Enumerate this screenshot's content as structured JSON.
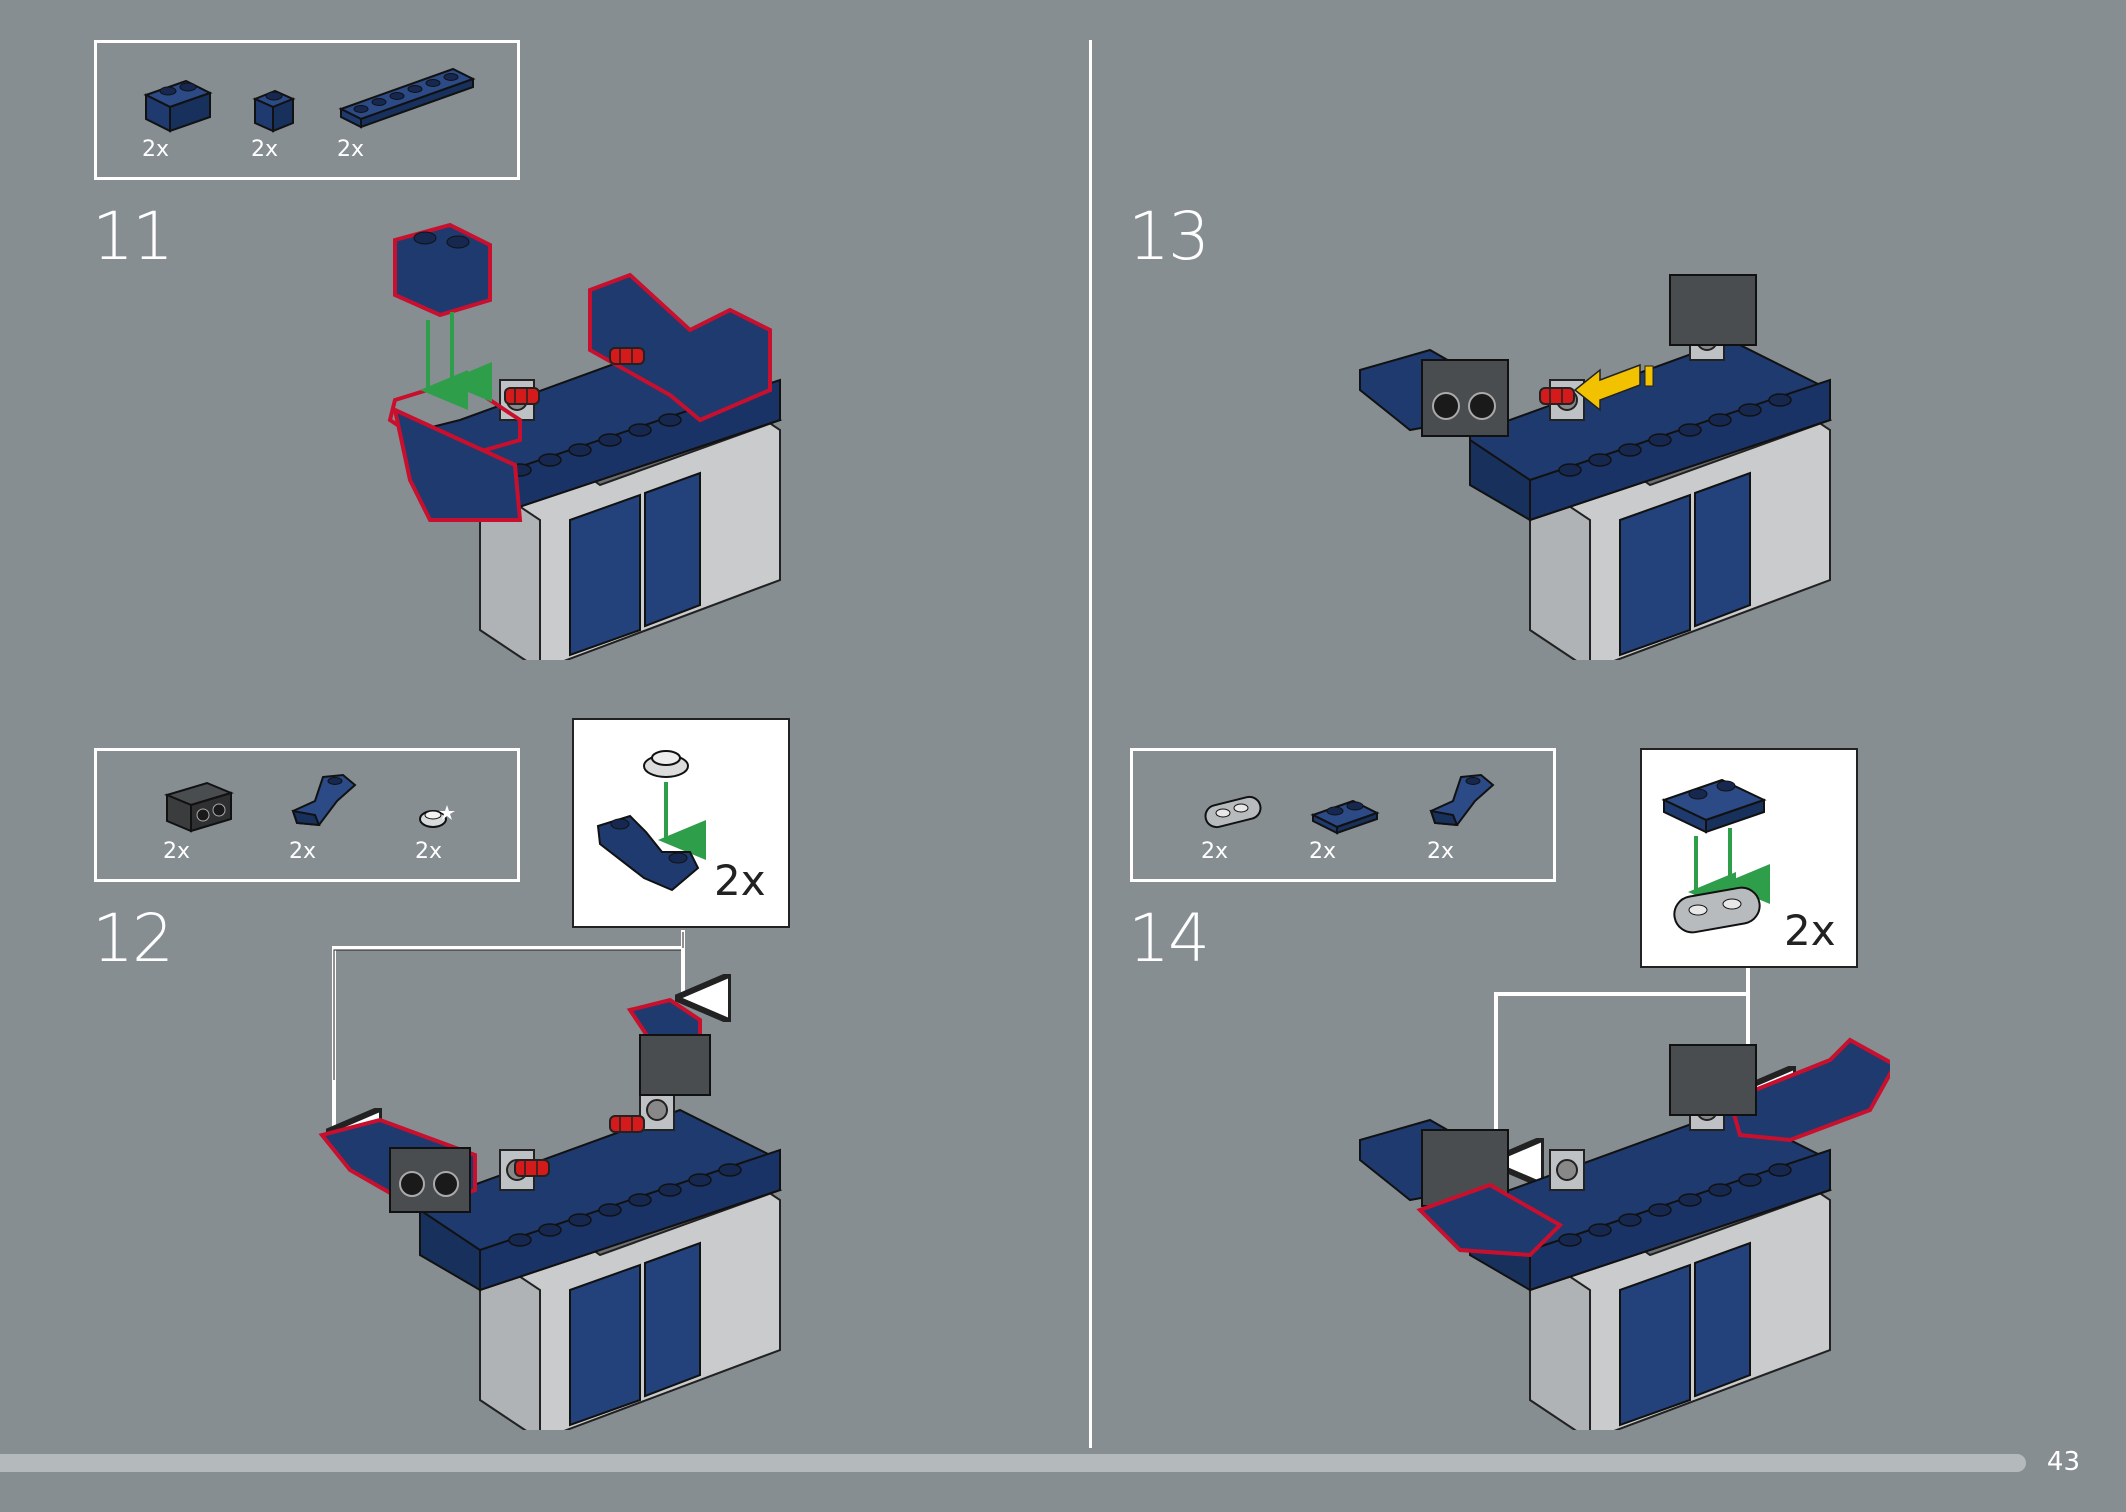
{
  "steps": [
    {
      "number": "11",
      "parts": [
        {
          "icon": "brick-1x2-blue",
          "qty": "2x"
        },
        {
          "icon": "brick-1x1-blue",
          "qty": "2x"
        },
        {
          "icon": "plate-1x6-blue",
          "qty": "2x"
        }
      ]
    },
    {
      "number": "12",
      "parts": [
        {
          "icon": "brick-1x2-technic-dark-grey",
          "qty": "2x"
        },
        {
          "icon": "slope-inverted-blue",
          "qty": "2x"
        },
        {
          "icon": "tile-round-1x1-silver",
          "qty": "2x"
        }
      ],
      "callout_qty": "2x"
    },
    {
      "number": "13"
    },
    {
      "number": "14",
      "parts": [
        {
          "icon": "plate-1x2-rounded-grey",
          "qty": "2x"
        },
        {
          "icon": "plate-1x2-blue",
          "qty": "2x"
        },
        {
          "icon": "slope-inverted-blue",
          "qty": "2x"
        }
      ],
      "callout_qty": "2x"
    }
  ],
  "page_number": "43",
  "colors": {
    "background": "#878e92",
    "brick_blue": "#1f3a6e",
    "highlight_red": "#c8102e",
    "arrow_green": "#2e9e4a",
    "arrow_yellow": "#f2c200"
  }
}
